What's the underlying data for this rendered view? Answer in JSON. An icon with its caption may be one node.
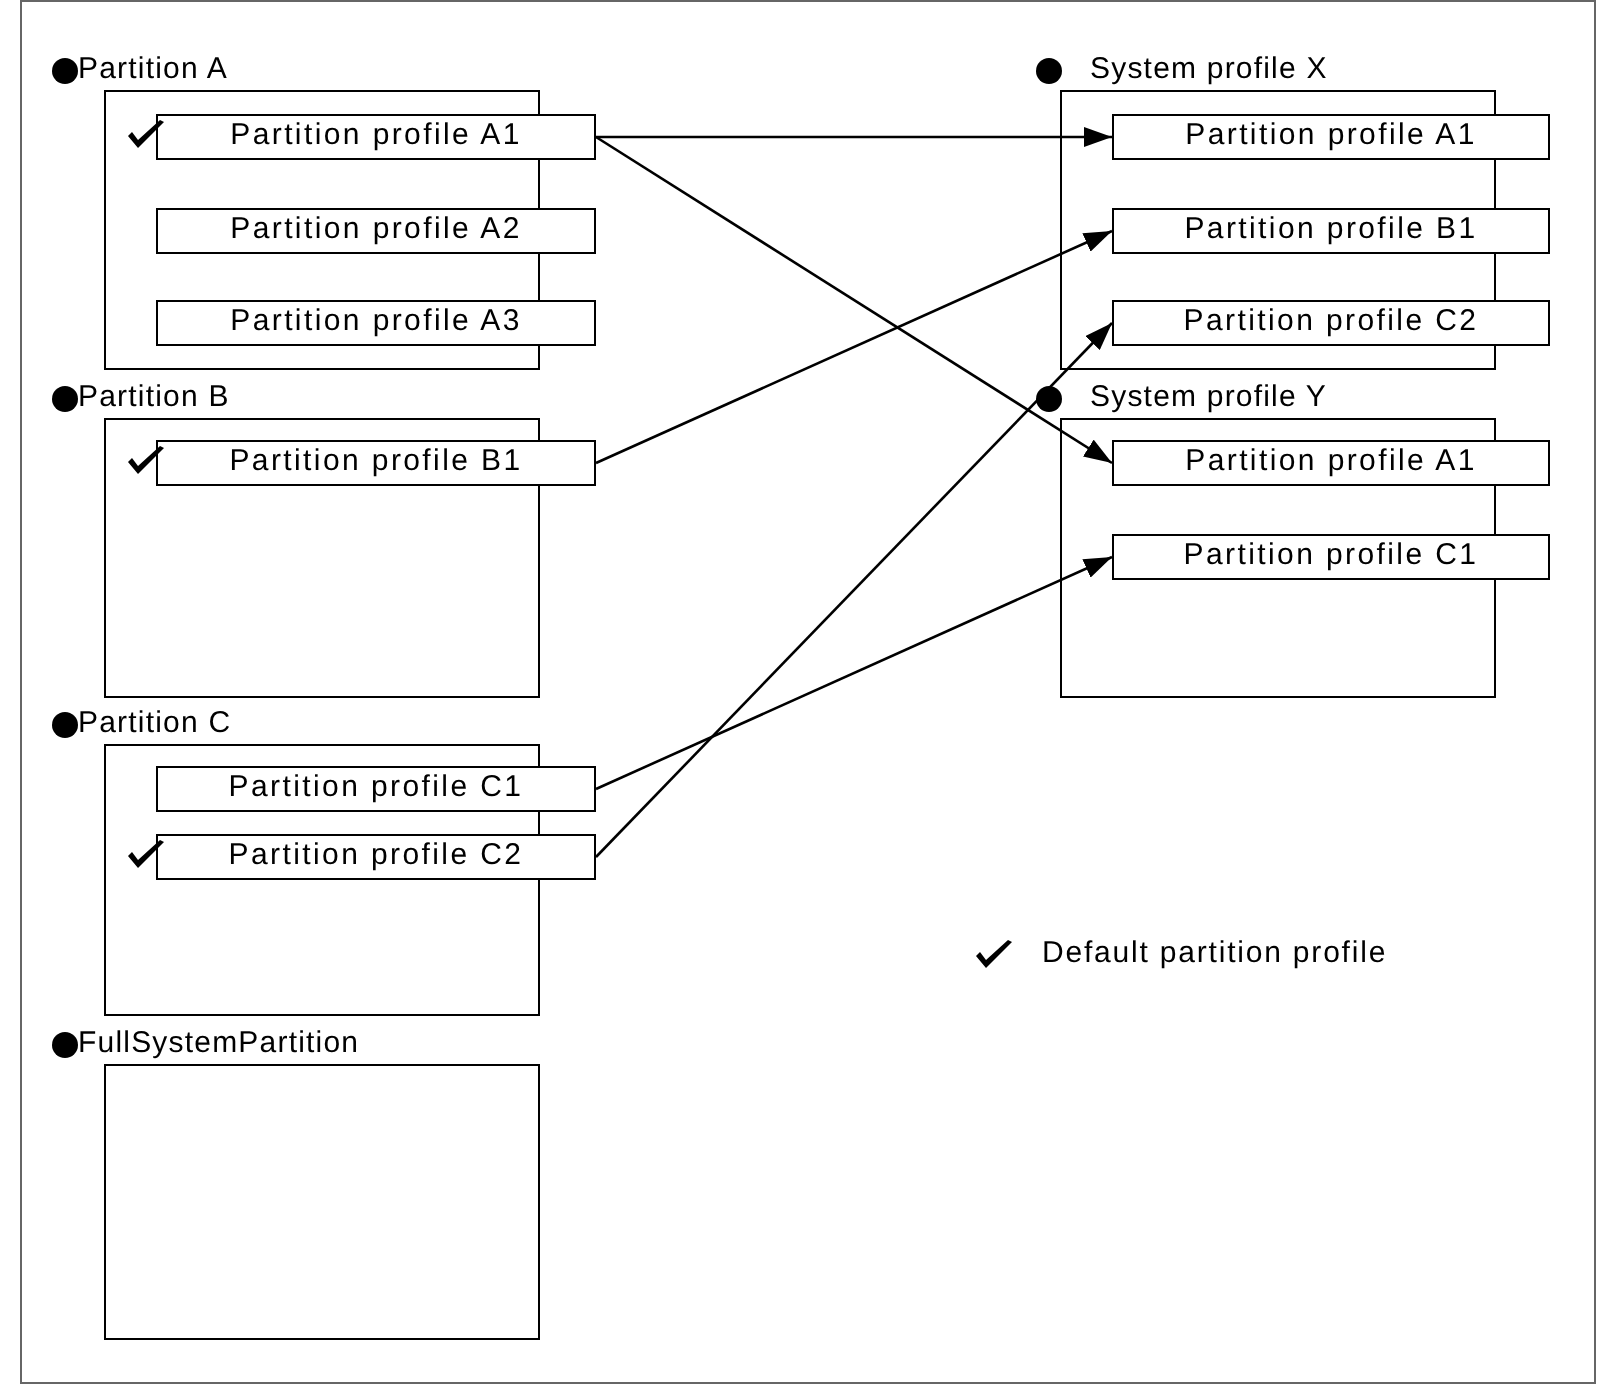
{
  "diagram": {
    "nodes": [
      {
        "text": [
          "Partition A"
        ]
      },
      {
        "text": [
          "Partition profile A1"
        ],
        "in": 0
      },
      {
        "text": [
          "Partition profile A2"
        ],
        "in": 0
      },
      {
        "text": [
          "Partition profile A3"
        ],
        "in": 0
      },
      {
        "text": [
          "Partition B"
        ]
      },
      {
        "text": [
          "Partition profile B1"
        ],
        "in": 4
      },
      {
        "text": [
          "Partition C"
        ]
      },
      {
        "text": [
          "Partition profile C1"
        ],
        "in": 6
      },
      {
        "text": [
          "Partition profile C2"
        ],
        "in": 6
      },
      {
        "text": [
          "FullSystemPartition"
        ]
      },
      {
        "text": [
          "System profile X"
        ]
      },
      {
        "text": [
          "Partition profile A1"
        ],
        "in": 10
      },
      {
        "text": [
          "Partition profile B1"
        ],
        "in": 10
      },
      {
        "text": [
          "Partition profile C2"
        ],
        "in": 10
      },
      {
        "text": [
          "System profile Y"
        ]
      },
      {
        "text": [
          "Partition profile A1"
        ],
        "in": 14
      },
      {
        "text": [
          "Partition profile C1"
        ],
        "in": 14
      }
    ],
    "edges": [
      {
        "from": 1,
        "to": 11,
        "arrow": "to"
      },
      {
        "from": 1,
        "to": 15,
        "arrow": "to"
      },
      {
        "from": 5,
        "to": 12,
        "arrow": "to"
      },
      {
        "from": 7,
        "to": 16,
        "arrow": "to"
      },
      {
        "from": 8,
        "to": 13,
        "arrow": "to"
      }
    ],
    "legend": [
      {
        "text": "Default partition profile"
      }
    ]
  }
}
